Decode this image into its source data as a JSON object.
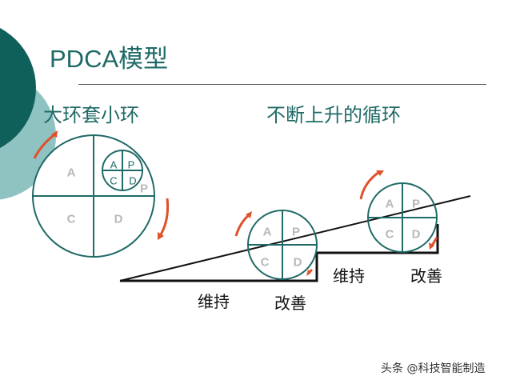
{
  "slide": {
    "title": "PDCA模型",
    "left_heading": "大环套小环",
    "right_heading": "不断上升的循环",
    "colors": {
      "teal_dark": "#0f5f5b",
      "teal_light": "#8fc3c2",
      "circle_stroke": "#1f6a66",
      "arrow": "#e0502a",
      "quadrant_letters": "#b8b8b8"
    }
  },
  "big_ring": {
    "quadrants": [
      "A",
      "P",
      "C",
      "D"
    ],
    "inner_ring": {
      "quadrants": [
        "A",
        "P",
        "C",
        "D"
      ]
    },
    "outer_p_label": "P"
  },
  "rising_cycle": {
    "ring_1": {
      "quadrants": [
        "A",
        "P",
        "C",
        "D"
      ]
    },
    "ring_2": {
      "quadrants": [
        "A",
        "P",
        "C",
        "D"
      ]
    },
    "labels": {
      "maintain_1": "维持",
      "improve_1": "改善",
      "maintain_2": "维持",
      "improve_2": "改善"
    }
  },
  "watermark": "头条 @科技智能制造"
}
